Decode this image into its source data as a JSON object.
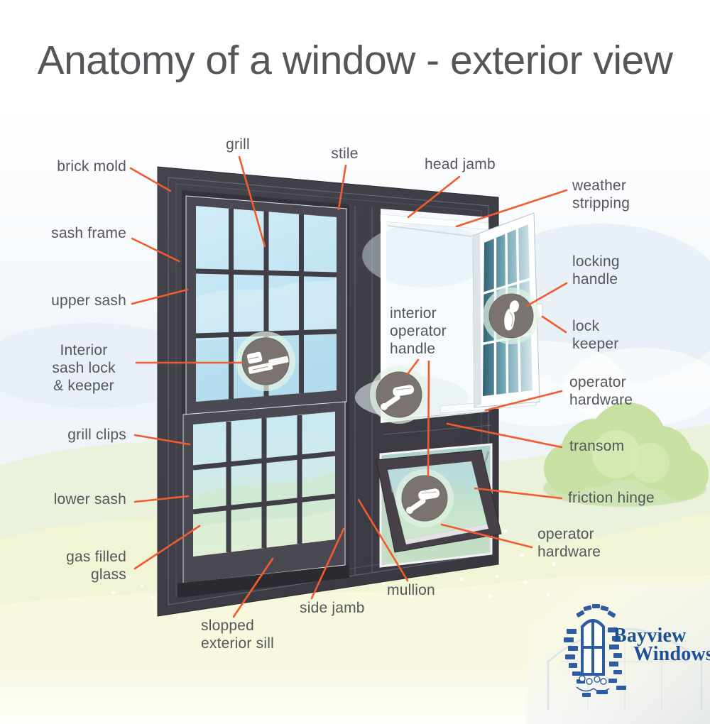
{
  "title": "Anatomy of a window - exterior view",
  "labels": {
    "brick_mold": "brick mold",
    "grill": "grill",
    "stile": "stile",
    "head_jamb": "head jamb",
    "weather_stripping": "weather\nstripping",
    "sash_frame": "sash frame",
    "locking_handle": "locking\nhandle",
    "upper_sash": "upper sash",
    "lock_keeper": "lock\nkeeper",
    "interior_sash_lock": "Interior\nsash lock\n& keeper",
    "interior_operator_handle": "interior\noperator\nhandle",
    "operator_hardware_top": "operator\nhardware",
    "transom": "transom",
    "grill_clips": "grill clips",
    "friction_hinge": "friction hinge",
    "lower_sash": "lower sash",
    "operator_hardware_bottom": "operator\nhardware",
    "gas_filled_glass": "gas filled\nglass",
    "mullion": "mullion",
    "side_jamb": "side jamb",
    "slopped_exterior_sill": "slopped\nexterior sill"
  },
  "logo": {
    "name_line1": "Bayview",
    "name_line2": "Windows"
  },
  "icons": {
    "badge_1": "sash-lock-icon",
    "badge_2": "locking-handle-icon",
    "badge_3": "crank-handle-icon",
    "badge_4": "crank-handle-icon",
    "logo": "bayview-window-brick-logo"
  },
  "colors": {
    "leader_line": "#f15b2d",
    "frame_dark": "#3e3c45",
    "glass_blue": "#c3e4f2",
    "badge_gray": "#7b7370",
    "label_text": "#55565b",
    "title_text": "#55565a",
    "logo_blue": "#1e4e93"
  }
}
